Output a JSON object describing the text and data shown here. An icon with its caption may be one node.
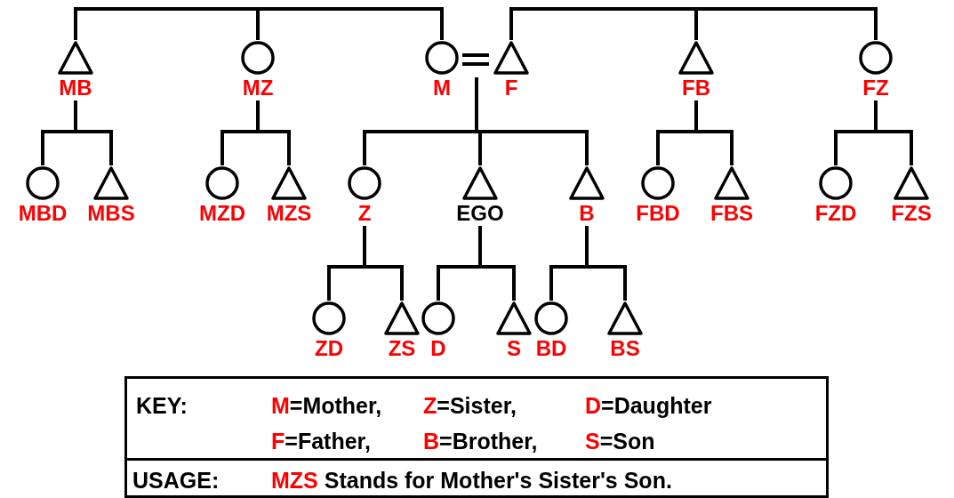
{
  "diagram": {
    "nodes": [
      {
        "text": [
          "MB"
        ]
      },
      {
        "text": [
          "MZ"
        ]
      },
      {
        "text": [
          "M"
        ]
      },
      {
        "text": [
          "F"
        ]
      },
      {
        "text": [
          "FB"
        ]
      },
      {
        "text": [
          "FZ"
        ]
      },
      {
        "text": [
          "MBD"
        ]
      },
      {
        "text": [
          "MBS"
        ]
      },
      {
        "text": [
          "MZD"
        ]
      },
      {
        "text": [
          "MZS"
        ]
      },
      {
        "text": [
          "Z"
        ]
      },
      {
        "text": [
          "EGO"
        ]
      },
      {
        "text": [
          "B"
        ]
      },
      {
        "text": [
          "FBD"
        ]
      },
      {
        "text": [
          "FBS"
        ]
      },
      {
        "text": [
          "FZD"
        ]
      },
      {
        "text": [
          "FZS"
        ]
      },
      {
        "text": [
          "ZD"
        ]
      },
      {
        "text": [
          "ZS"
        ]
      },
      {
        "text": [
          "D"
        ]
      },
      {
        "text": [
          "S"
        ]
      },
      {
        "text": [
          "BD"
        ]
      },
      {
        "text": [
          "BS"
        ]
      }
    ],
    "edges": [
      {
        "from": 0,
        "to": 1,
        "arrow": "none"
      },
      {
        "from": 1,
        "to": 2,
        "arrow": "none"
      },
      {
        "from": 2,
        "to": 3,
        "arrow": "none"
      },
      {
        "from": 3,
        "to": 4,
        "arrow": "none"
      },
      {
        "from": 4,
        "to": 5,
        "arrow": "none"
      },
      {
        "from": 0,
        "to": 6,
        "arrow": "none"
      },
      {
        "from": 0,
        "to": 7,
        "arrow": "none"
      },
      {
        "from": 1,
        "to": 8,
        "arrow": "none"
      },
      {
        "from": 1,
        "to": 9,
        "arrow": "none"
      },
      {
        "from": null,
        "to": 10,
        "arrow": "none"
      },
      {
        "from": null,
        "to": 11,
        "arrow": "none"
      },
      {
        "from": null,
        "to": 12,
        "arrow": "none"
      },
      {
        "from": 4,
        "to": 13,
        "arrow": "none"
      },
      {
        "from": 4,
        "to": 14,
        "arrow": "none"
      },
      {
        "from": 5,
        "to": 15,
        "arrow": "none"
      },
      {
        "from": 5,
        "to": 16,
        "arrow": "none"
      },
      {
        "from": 10,
        "to": 17,
        "arrow": "none"
      },
      {
        "from": 10,
        "to": 18,
        "arrow": "none"
      },
      {
        "from": 11,
        "to": 19,
        "arrow": "none"
      },
      {
        "from": 11,
        "to": 20,
        "arrow": "none"
      },
      {
        "from": 12,
        "to": 21,
        "arrow": "none"
      },
      {
        "from": 12,
        "to": 22,
        "arrow": "none"
      }
    ],
    "labels": [
      "KEY:",
      "M=Mother,",
      "Z=Sister,",
      "D=Daughter",
      "F=Father,",
      "B=Brother,",
      "S=Son",
      "USAGE:",
      "MZS Stands for Mother's Sister's Son."
    ]
  }
}
